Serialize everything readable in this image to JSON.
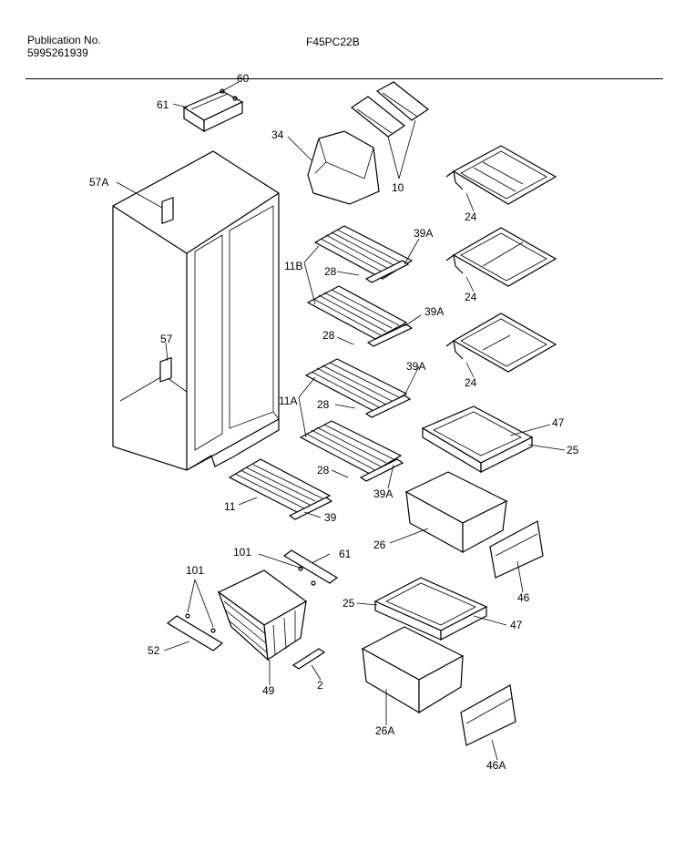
{
  "header": {
    "publication_label": "Publication No.",
    "publication_number": "5995261939",
    "model": "F45PC22B"
  },
  "callouts": {
    "c60": "60",
    "c61a": "61",
    "c34": "34",
    "c10": "10",
    "c57a": "57A",
    "c24a": "24",
    "c24b": "24",
    "c24c": "24",
    "c39a1": "39A",
    "c11b": "11B",
    "c28a": "28",
    "c39a2": "39A",
    "c28b": "28",
    "c57": "57",
    "c39a3": "39A",
    "c11a": "11A",
    "c28c": "28",
    "c47a": "47",
    "c25a": "25",
    "c28d": "28",
    "c39a4": "39A",
    "c11": "11",
    "c39": "39",
    "c26": "26",
    "c101a": "101",
    "c61b": "61",
    "c101b": "101",
    "c46": "46",
    "c25b": "25",
    "c47b": "47",
    "c52": "52",
    "c49": "49",
    "c2": "2",
    "c26a": "26A",
    "c46a": "46A"
  }
}
